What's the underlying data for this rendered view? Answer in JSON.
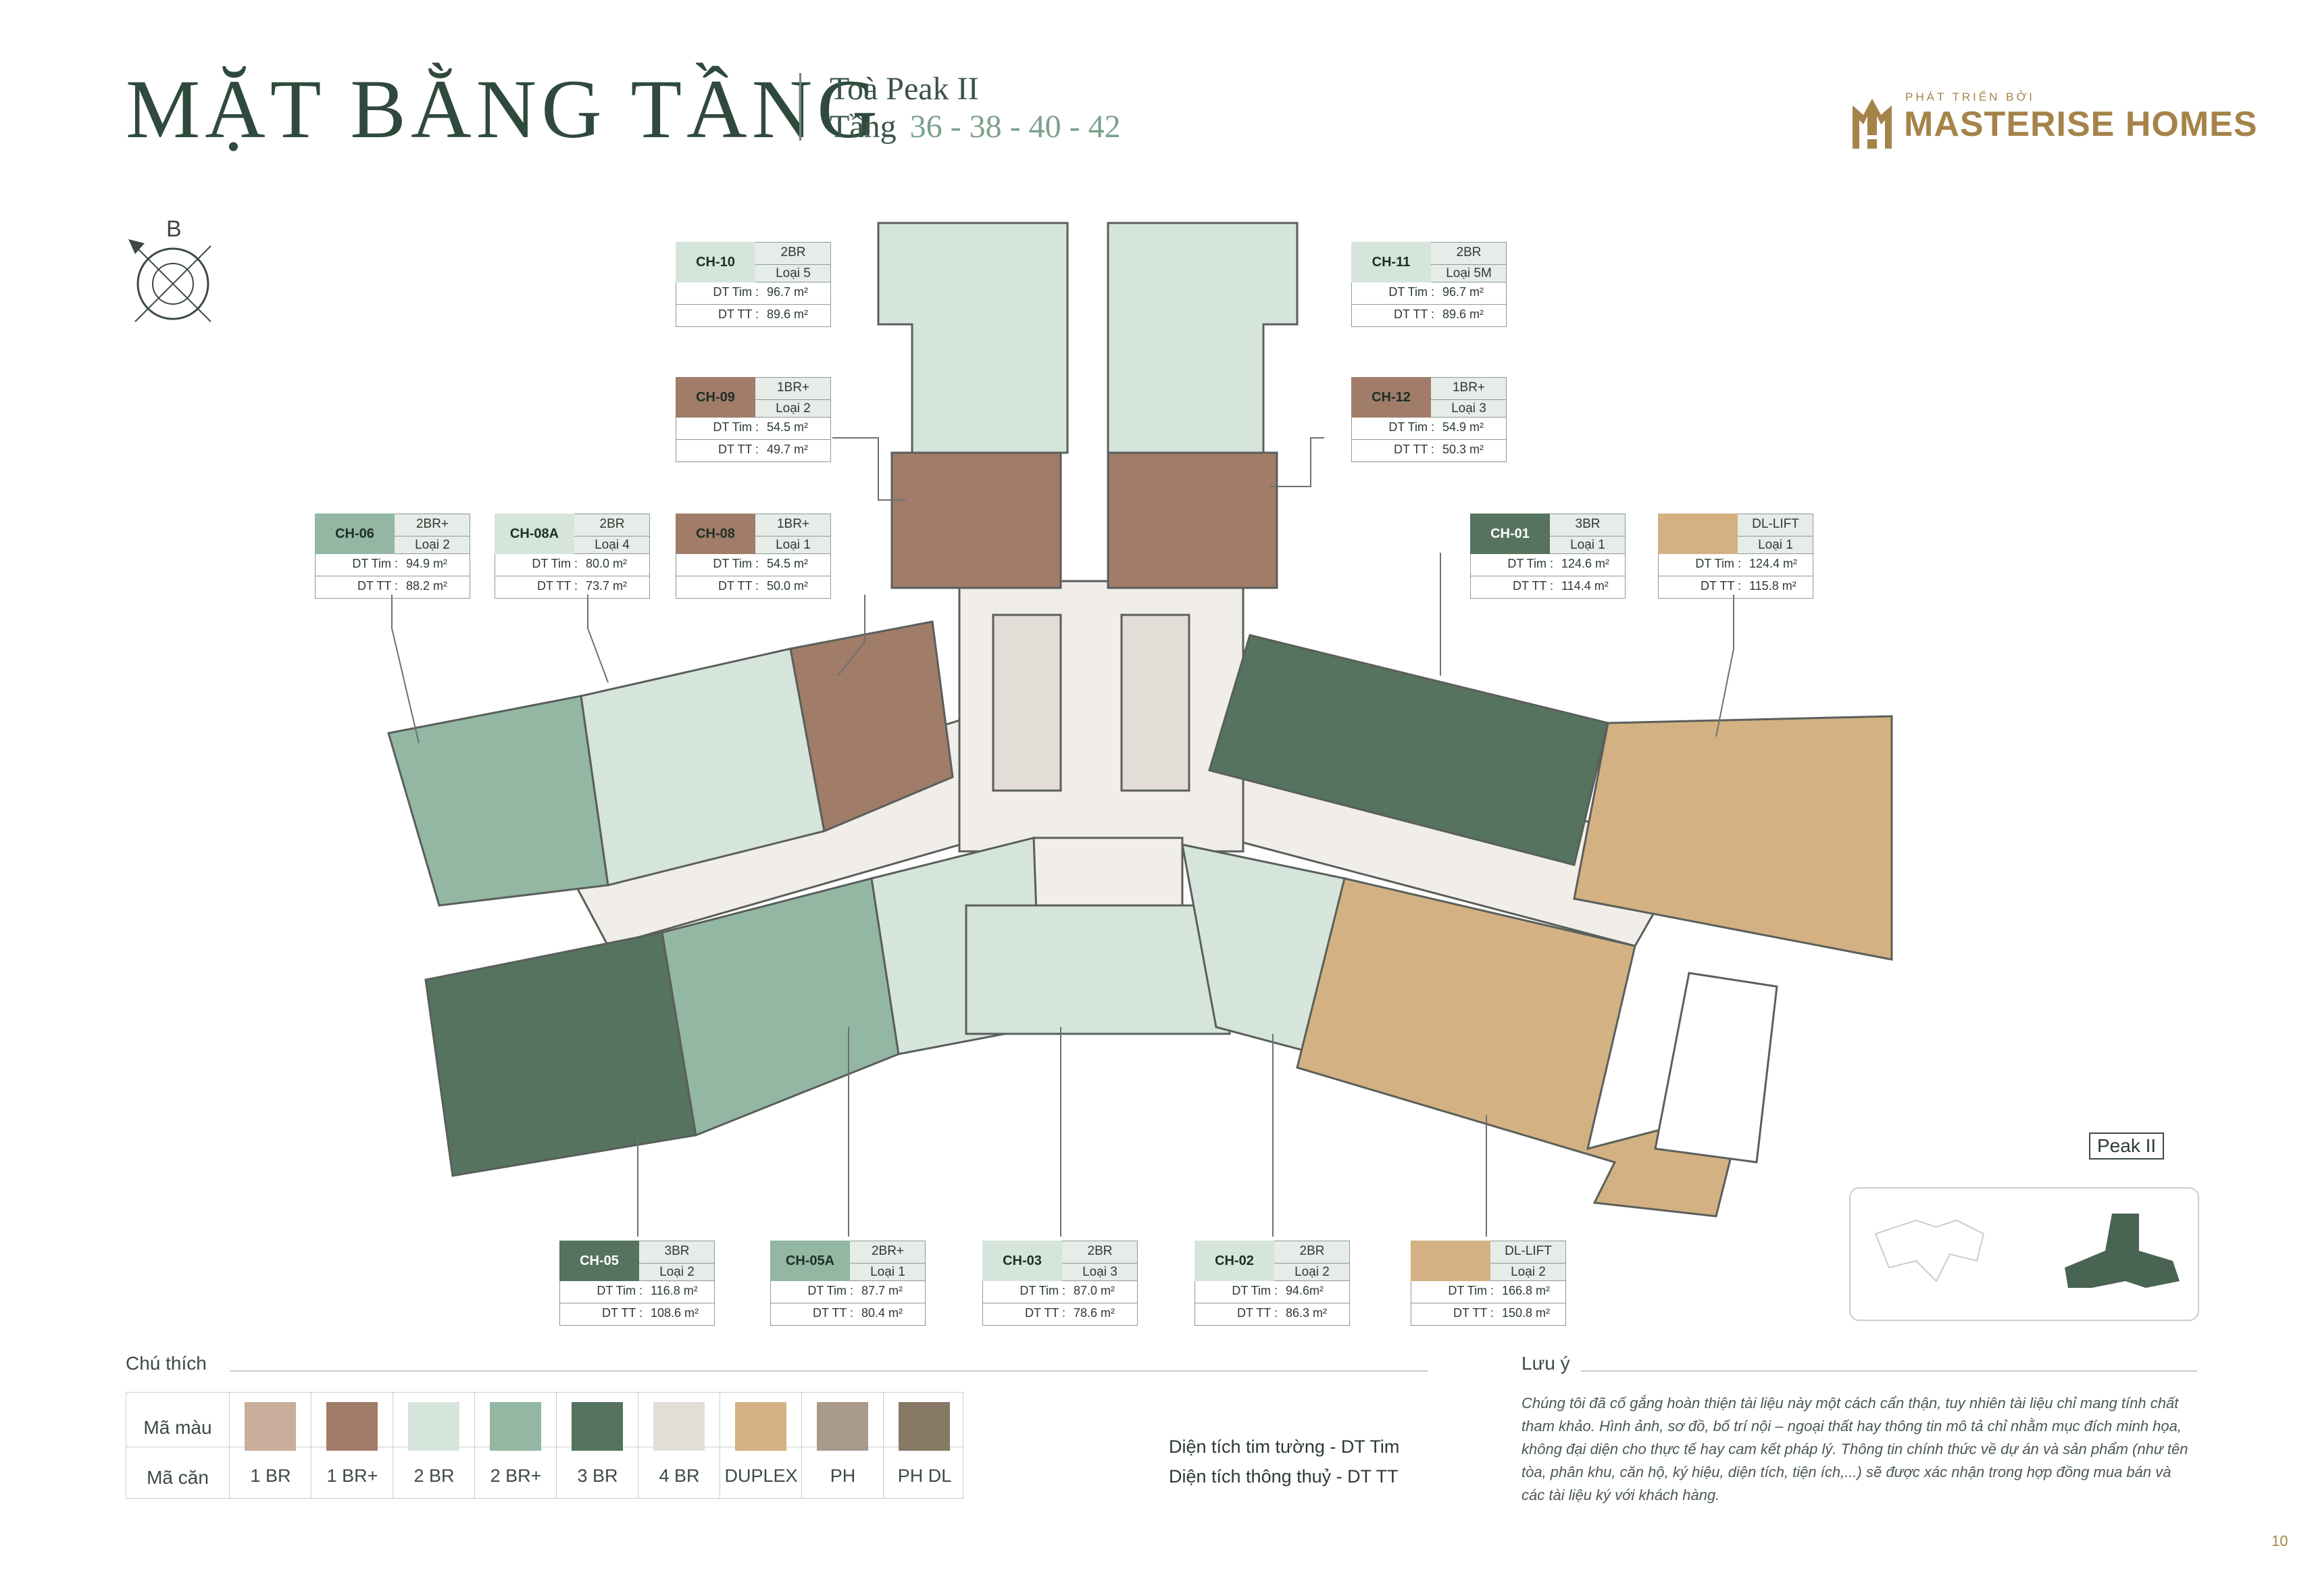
{
  "header": {
    "title": "MẶT BẰNG TẦNG",
    "tower": "Toà Peak II",
    "floor_label": "Tầng",
    "floors": "36 - 38 - 40 - 42"
  },
  "brand": {
    "developer": "PHÁT TRIỂN BỞI",
    "name": "MASTERISE HOMES"
  },
  "compass": {
    "north_label": "B"
  },
  "units": [
    {
      "code": "CH-10",
      "type": "2BR",
      "loai": "Loại 5",
      "dt_tim_label": "DT Tim :",
      "dt_tim": "96.7 m²",
      "dt_tt_label": "DT TT :",
      "dt_tt": "89.6 m²",
      "color": "#d6e5dc"
    },
    {
      "code": "CH-11",
      "type": "2BR",
      "loai": "Loại 5M",
      "dt_tim_label": "DT Tim :",
      "dt_tim": "96.7 m²",
      "dt_tt_label": "DT TT :",
      "dt_tt": "89.6 m²",
      "color": "#d6e5dc"
    },
    {
      "code": "CH-09",
      "type": "1BR+",
      "loai": "Loại 2",
      "dt_tim_label": "DT Tim :",
      "dt_tim": "54.5 m²",
      "dt_tt_label": "DT TT :",
      "dt_tt": "49.7 m²",
      "color": "#a07c69"
    },
    {
      "code": "CH-12",
      "type": "1BR+",
      "loai": "Loại 3",
      "dt_tim_label": "DT Tim :",
      "dt_tim": "54.9 m²",
      "dt_tt_label": "DT TT :",
      "dt_tt": "50.3 m²",
      "color": "#a07c69"
    },
    {
      "code": "CH-06",
      "type": "2BR+",
      "loai": "Loại 2",
      "dt_tim_label": "DT Tim :",
      "dt_tim": "94.9 m²",
      "dt_tt_label": "DT TT :",
      "dt_tt": "88.2 m²",
      "color": "#93b7a2"
    },
    {
      "code": "CH-08A",
      "type": "2BR",
      "loai": "Loại 4",
      "dt_tim_label": "DT Tim :",
      "dt_tim": "80.0 m²",
      "dt_tt_label": "DT TT :",
      "dt_tt": "73.7 m²",
      "color": "#d6e5dc"
    },
    {
      "code": "CH-08",
      "type": "1BR+",
      "loai": "Loại 1",
      "dt_tim_label": "DT Tim :",
      "dt_tim": "54.5 m²",
      "dt_tt_label": "DT TT :",
      "dt_tt": "50.0 m²",
      "color": "#a07c69"
    },
    {
      "code": "CH-01",
      "type": "3BR",
      "loai": "Loại 1",
      "dt_tim_label": "DT Tim :",
      "dt_tim": "124.6 m²",
      "dt_tt_label": "DT TT :",
      "dt_tt": "114.4 m²",
      "color": "#55735f"
    },
    {
      "code": "",
      "type": "DL-LIFT",
      "loai": "Loại 1",
      "dt_tim_label": "DT Tim :",
      "dt_tim": "124.4 m²",
      "dt_tt_label": "DT TT :",
      "dt_tt": "115.8 m²",
      "color": "#d3b182"
    },
    {
      "code": "CH-05",
      "type": "3BR",
      "loai": "Loại 2",
      "dt_tim_label": "DT Tim :",
      "dt_tim": "116.8 m²",
      "dt_tt_label": "DT TT :",
      "dt_tt": "108.6 m²",
      "color": "#55735f"
    },
    {
      "code": "CH-05A",
      "type": "2BR+",
      "loai": "Loại 1",
      "dt_tim_label": "DT Tim :",
      "dt_tim": "87.7 m²",
      "dt_tt_label": "DT TT :",
      "dt_tt": "80.4 m²",
      "color": "#93b7a2"
    },
    {
      "code": "CH-03",
      "type": "2BR",
      "loai": "Loại 3",
      "dt_tim_label": "DT Tim :",
      "dt_tim": "87.0 m²",
      "dt_tt_label": "DT TT :",
      "dt_tt": "78.6 m²",
      "color": "#d6e5dc"
    },
    {
      "code": "CH-02",
      "type": "2BR",
      "loai": "Loại 2",
      "dt_tim_label": "DT Tim :",
      "dt_tim": "94.6m²",
      "dt_tt_label": "DT TT :",
      "dt_tt": "86.3 m²",
      "color": "#d6e5dc"
    },
    {
      "code": "",
      "type": "DL-LIFT",
      "loai": "Loại 2",
      "dt_tim_label": "DT Tim :",
      "dt_tim": "166.8 m²",
      "dt_tt_label": "DT TT :",
      "dt_tt": "150.8 m²",
      "color": "#d3b182"
    }
  ],
  "legend": {
    "heading": "Chú thích",
    "row_color": "Mã màu",
    "row_code": "Mã căn",
    "items": [
      {
        "name": "1 BR",
        "color": "#c9ae9b"
      },
      {
        "name": "1 BR+",
        "color": "#a07c69"
      },
      {
        "name": "2 BR",
        "color": "#d6e5dc"
      },
      {
        "name": "2 BR+",
        "color": "#93b7a2"
      },
      {
        "name": "3 BR",
        "color": "#55735f"
      },
      {
        "name": "4 BR",
        "color": "#e3ddd8"
      },
      {
        "name": "DUPLEX",
        "color": "#d3b182"
      },
      {
        "name": "PH",
        "color": "#a8998a"
      },
      {
        "name": "PH DL",
        "color": "#887866"
      }
    ]
  },
  "area_definitions": {
    "line1": "Diện tích tim tường - DT Tim",
    "line2": "Diện tích thông thuỷ - DT TT"
  },
  "note": {
    "heading": "Lưu ý",
    "text": "Chúng tôi đã cố gắng hoàn thiện tài liệu này một cách cẩn thận, tuy nhiên tài liệu chỉ mang tính chất tham khảo. Hình ảnh, sơ đồ, bố trí nội – ngoại thất hay thông tin mô tả chỉ nhằm mục đích minh họa, không đại diện cho thực tế hay cam kết pháp lý. Thông tin chính thức về dự án và sản phẩm (như tên tòa, phân khu, căn hộ, ký hiệu, diện tích, tiện ích,...) sẽ được xác nhận trong hợp đồng mua bán và các tài liệu ký với khách hàng."
  },
  "keyplan": {
    "label": "Peak II"
  },
  "page_number": "10",
  "colors": {
    "title": "#2f4a3c",
    "accent_gold": "#a58349",
    "corridor": "#f1eee9",
    "wall": "#5a5f5b"
  }
}
